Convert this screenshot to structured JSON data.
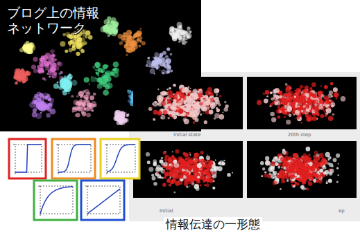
{
  "diagram": {
    "title": "ブログ上の情報 ネットワーク",
    "caption": "情報伝達の一形態",
    "labels": [
      "Initial state",
      "20th step",
      "Initial",
      "ep"
    ]
  }
}
